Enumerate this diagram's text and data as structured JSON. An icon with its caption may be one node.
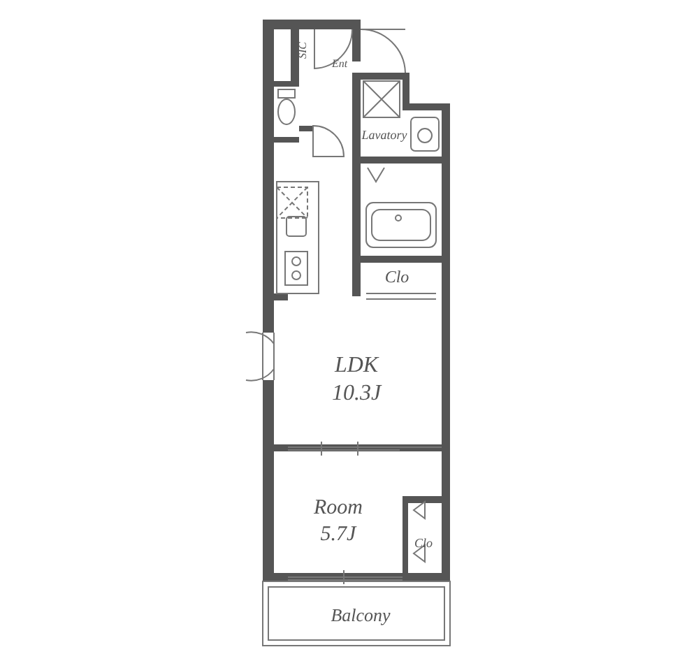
{
  "diagram": {
    "labels": [
      "SIC",
      "Ent",
      "Lavatory",
      "Clo",
      "LDK",
      "10.3J",
      "Room",
      "5.7J",
      "Clo",
      "Balcony"
    ]
  }
}
